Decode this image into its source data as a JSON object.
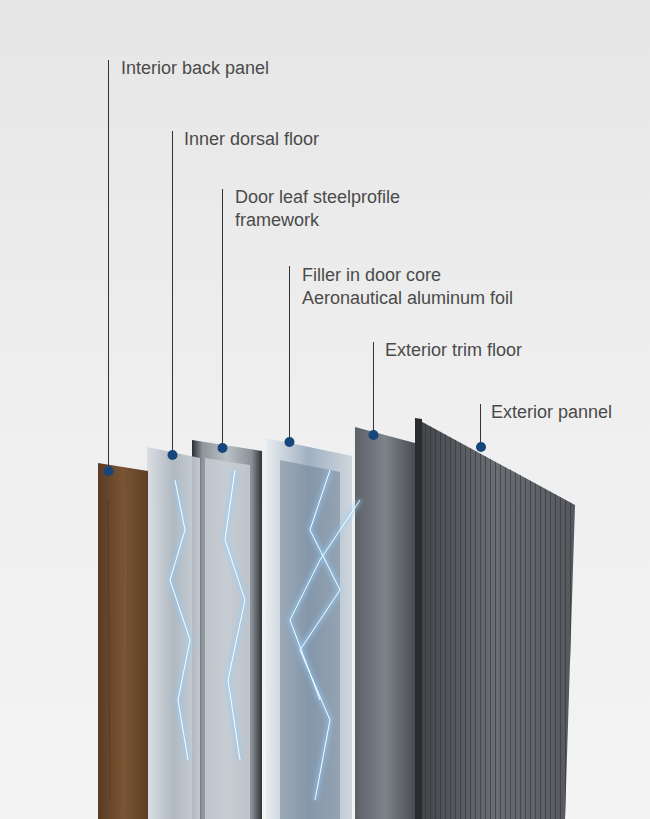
{
  "diagram": {
    "labels": [
      "Interior back panel",
      "Inner dorsal floor",
      "Door leaf steelprofile framework",
      "Filler in door core",
      "Aeronautical aluminum foil",
      "Exterior trim floor",
      "Exterior pannel"
    ]
  }
}
